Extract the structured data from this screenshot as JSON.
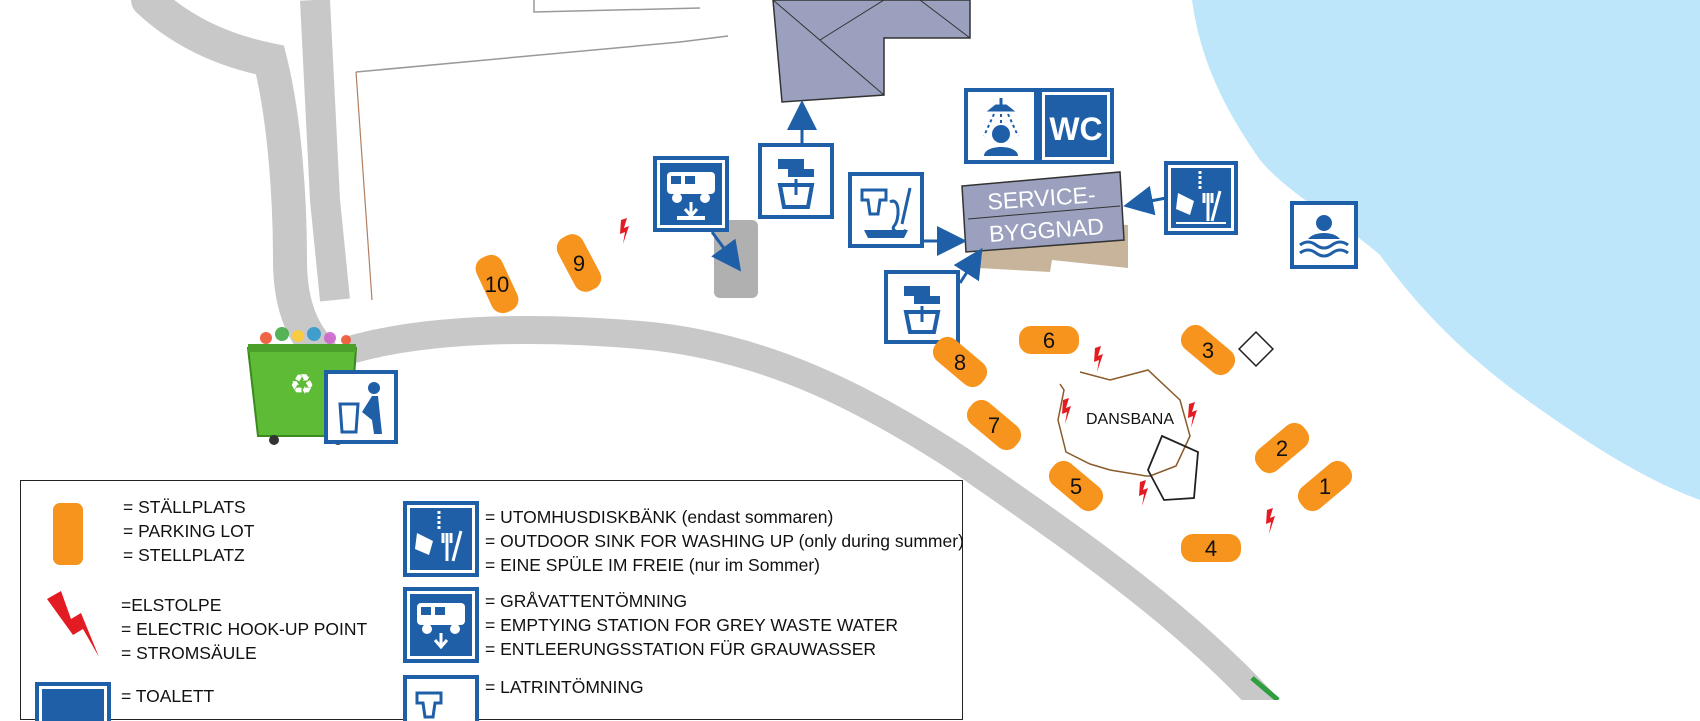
{
  "map": {
    "building_label": [
      "SERVICE-",
      "BYGGNAD"
    ],
    "dance_floor_label": "DANSBANA",
    "wc_label": "WC",
    "pitches": [
      {
        "number": "1"
      },
      {
        "number": "2"
      },
      {
        "number": "3"
      },
      {
        "number": "4"
      },
      {
        "number": "5"
      },
      {
        "number": "6"
      },
      {
        "number": "7"
      },
      {
        "number": "8"
      },
      {
        "number": "9"
      },
      {
        "number": "10"
      }
    ]
  },
  "legend": {
    "parking": [
      "= STÄLLPLATS",
      "= PARKING LOT",
      "= STELLPLATZ"
    ],
    "electric": [
      "=ELSTOLPE",
      "= ELECTRIC HOOK-UP POINT",
      "= STROMSÄULE"
    ],
    "toilet": [
      "= TOALETT"
    ],
    "sink": [
      "= UTOMHUSDISKBÄNK (endast sommaren)",
      "= OUTDOOR SINK FOR WASHING UP (only during summer)",
      "= EINE SPÜLE IM FREIE (nur im Sommer)"
    ],
    "grey_water": [
      "= GRÅVATTENTÖMNING",
      "= EMPTYING STATION FOR GREY WASTE WATER",
      "= ENTLEERUNGSSTATION FÜR GRAUWASSER"
    ],
    "latrine": [
      "= LATRINTÖMNING"
    ]
  },
  "colors": {
    "water": "#bde6fb",
    "road": "#c8c8c8",
    "pitch": "#f7941d",
    "icon_blue": "#1f5fa8",
    "building": "#9aa0bd",
    "bolt": "#e31b23",
    "bin": "#5dbb35"
  }
}
